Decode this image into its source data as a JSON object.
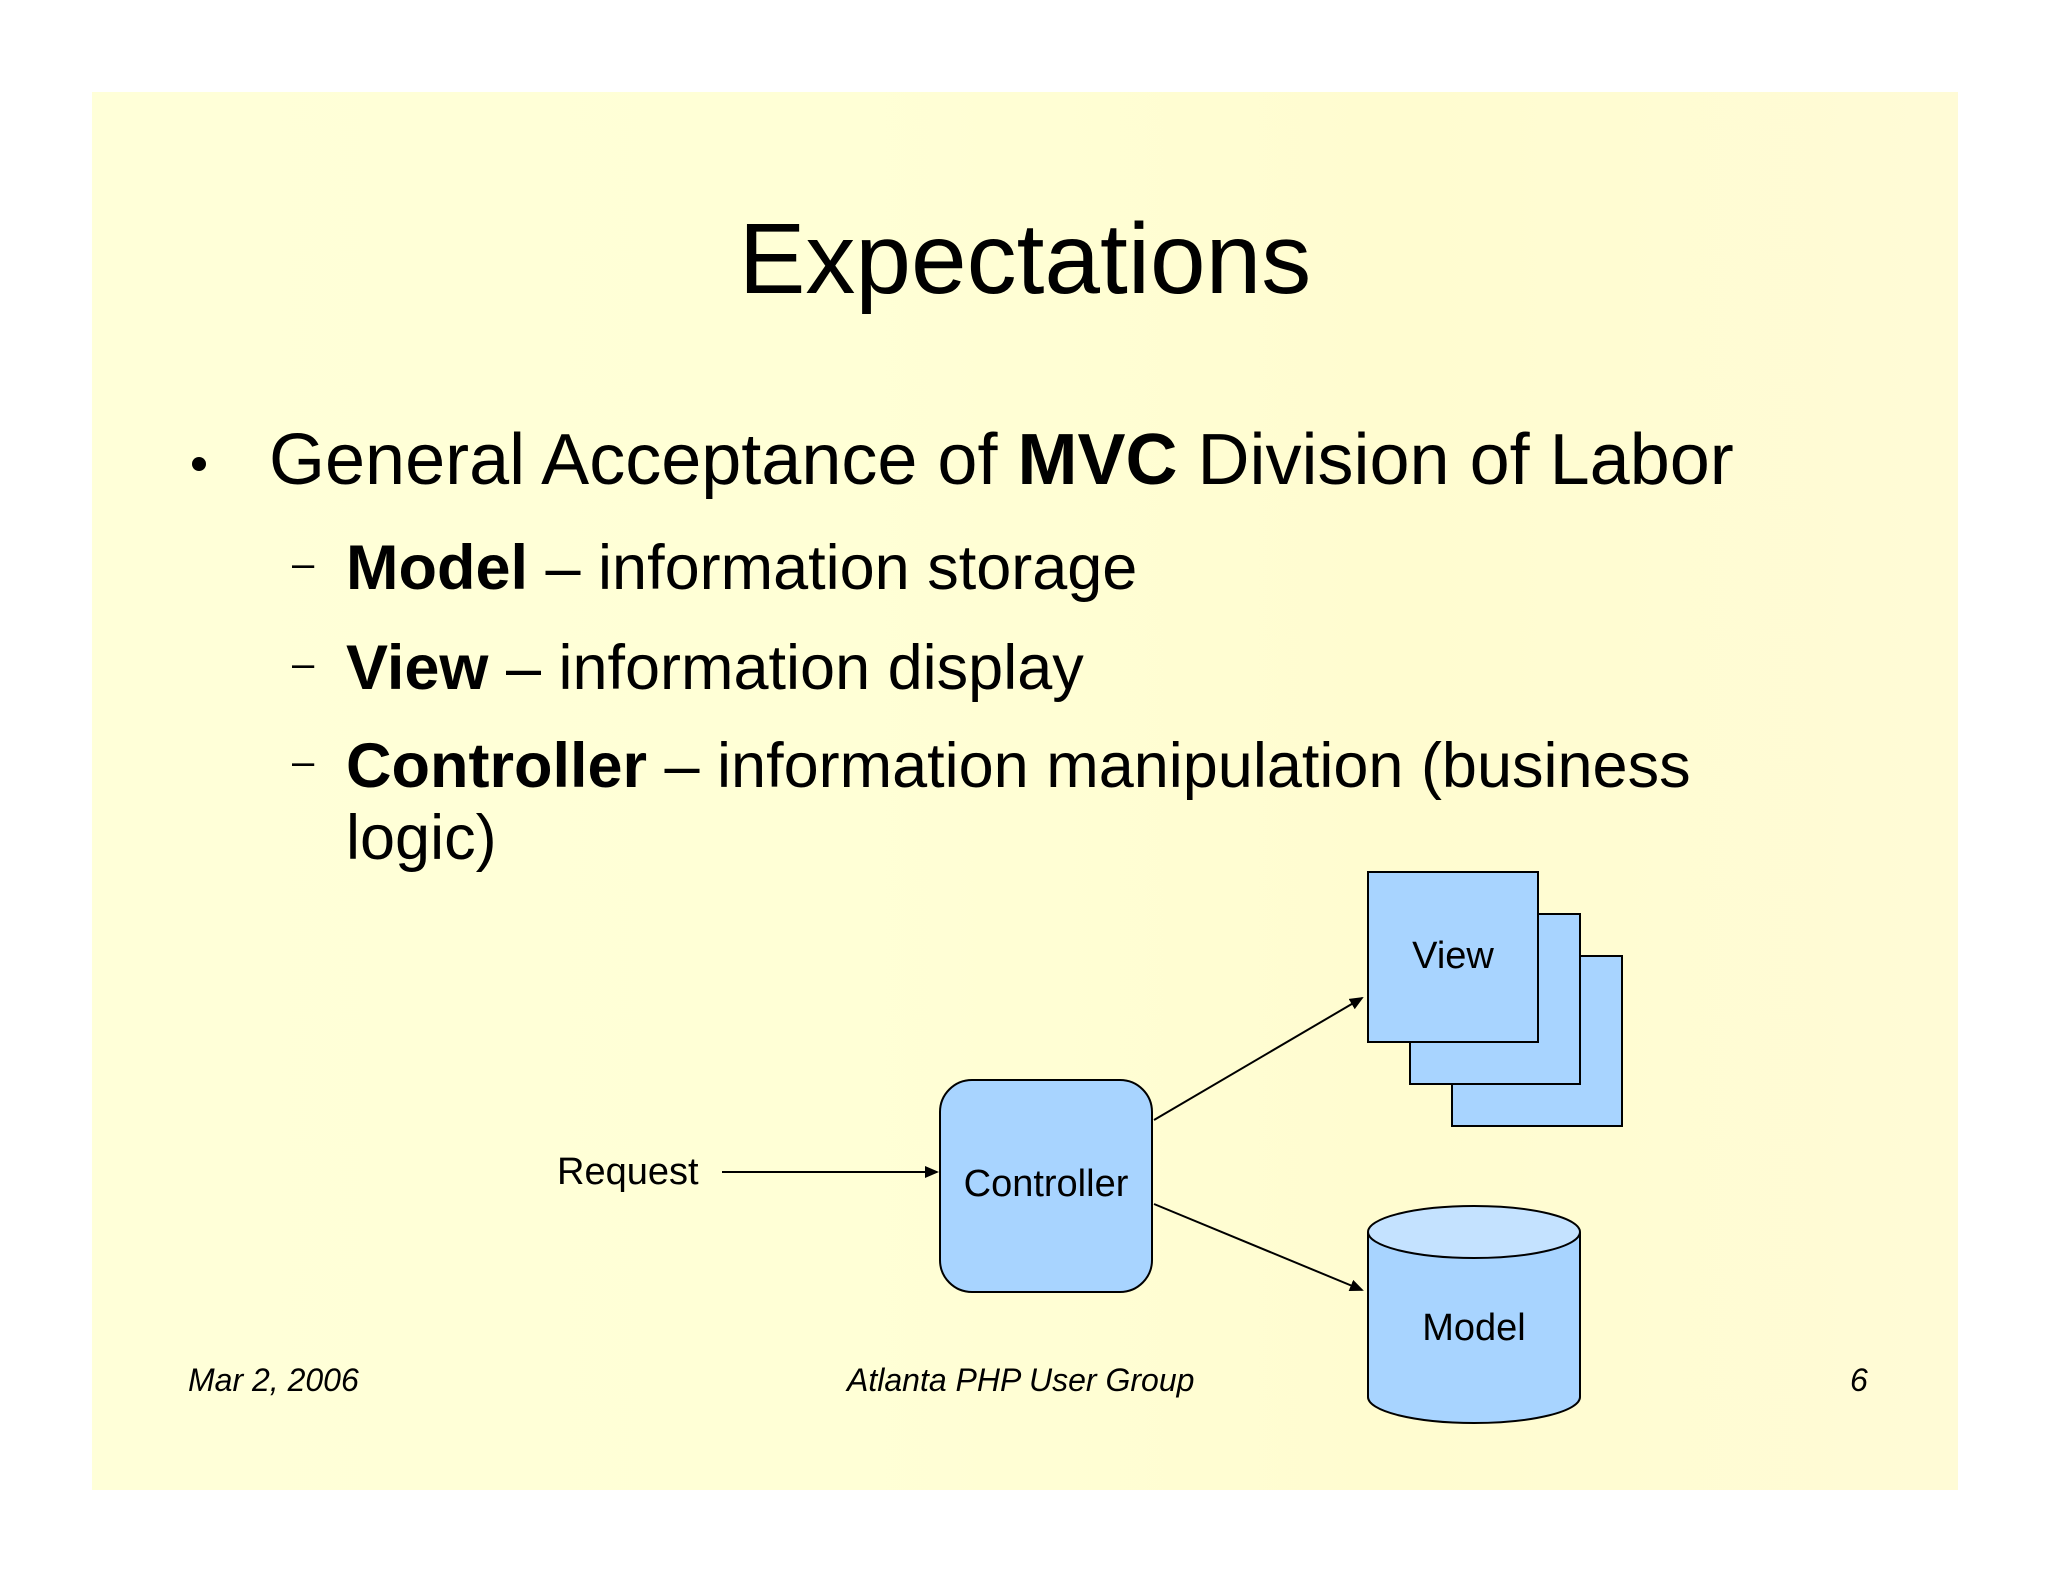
{
  "slide": {
    "title": "Expectations",
    "bullet": {
      "prefix": "General Acceptance of ",
      "bold": "MVC",
      "suffix": " Division of Labor"
    },
    "subbullets": [
      {
        "dash": "–",
        "bold": "Model",
        "rest": " – information storage"
      },
      {
        "dash": "–",
        "bold": "View",
        "rest": " – information display"
      },
      {
        "dash": "–",
        "bold": "Controller",
        "rest": " – information manipulation (business",
        "rest2": "logic)"
      }
    ],
    "footer": {
      "date": "Mar 2, 2006",
      "center": "Atlanta PHP User Group",
      "page": "6"
    }
  },
  "diagram": {
    "request_label": "Request",
    "controller_label": "Controller",
    "view_label": "View",
    "model_label": "Model",
    "colors": {
      "box_fill": "#a8d4ff",
      "box_stroke": "#000000",
      "cylinder_top": "#c4e2ff"
    }
  }
}
